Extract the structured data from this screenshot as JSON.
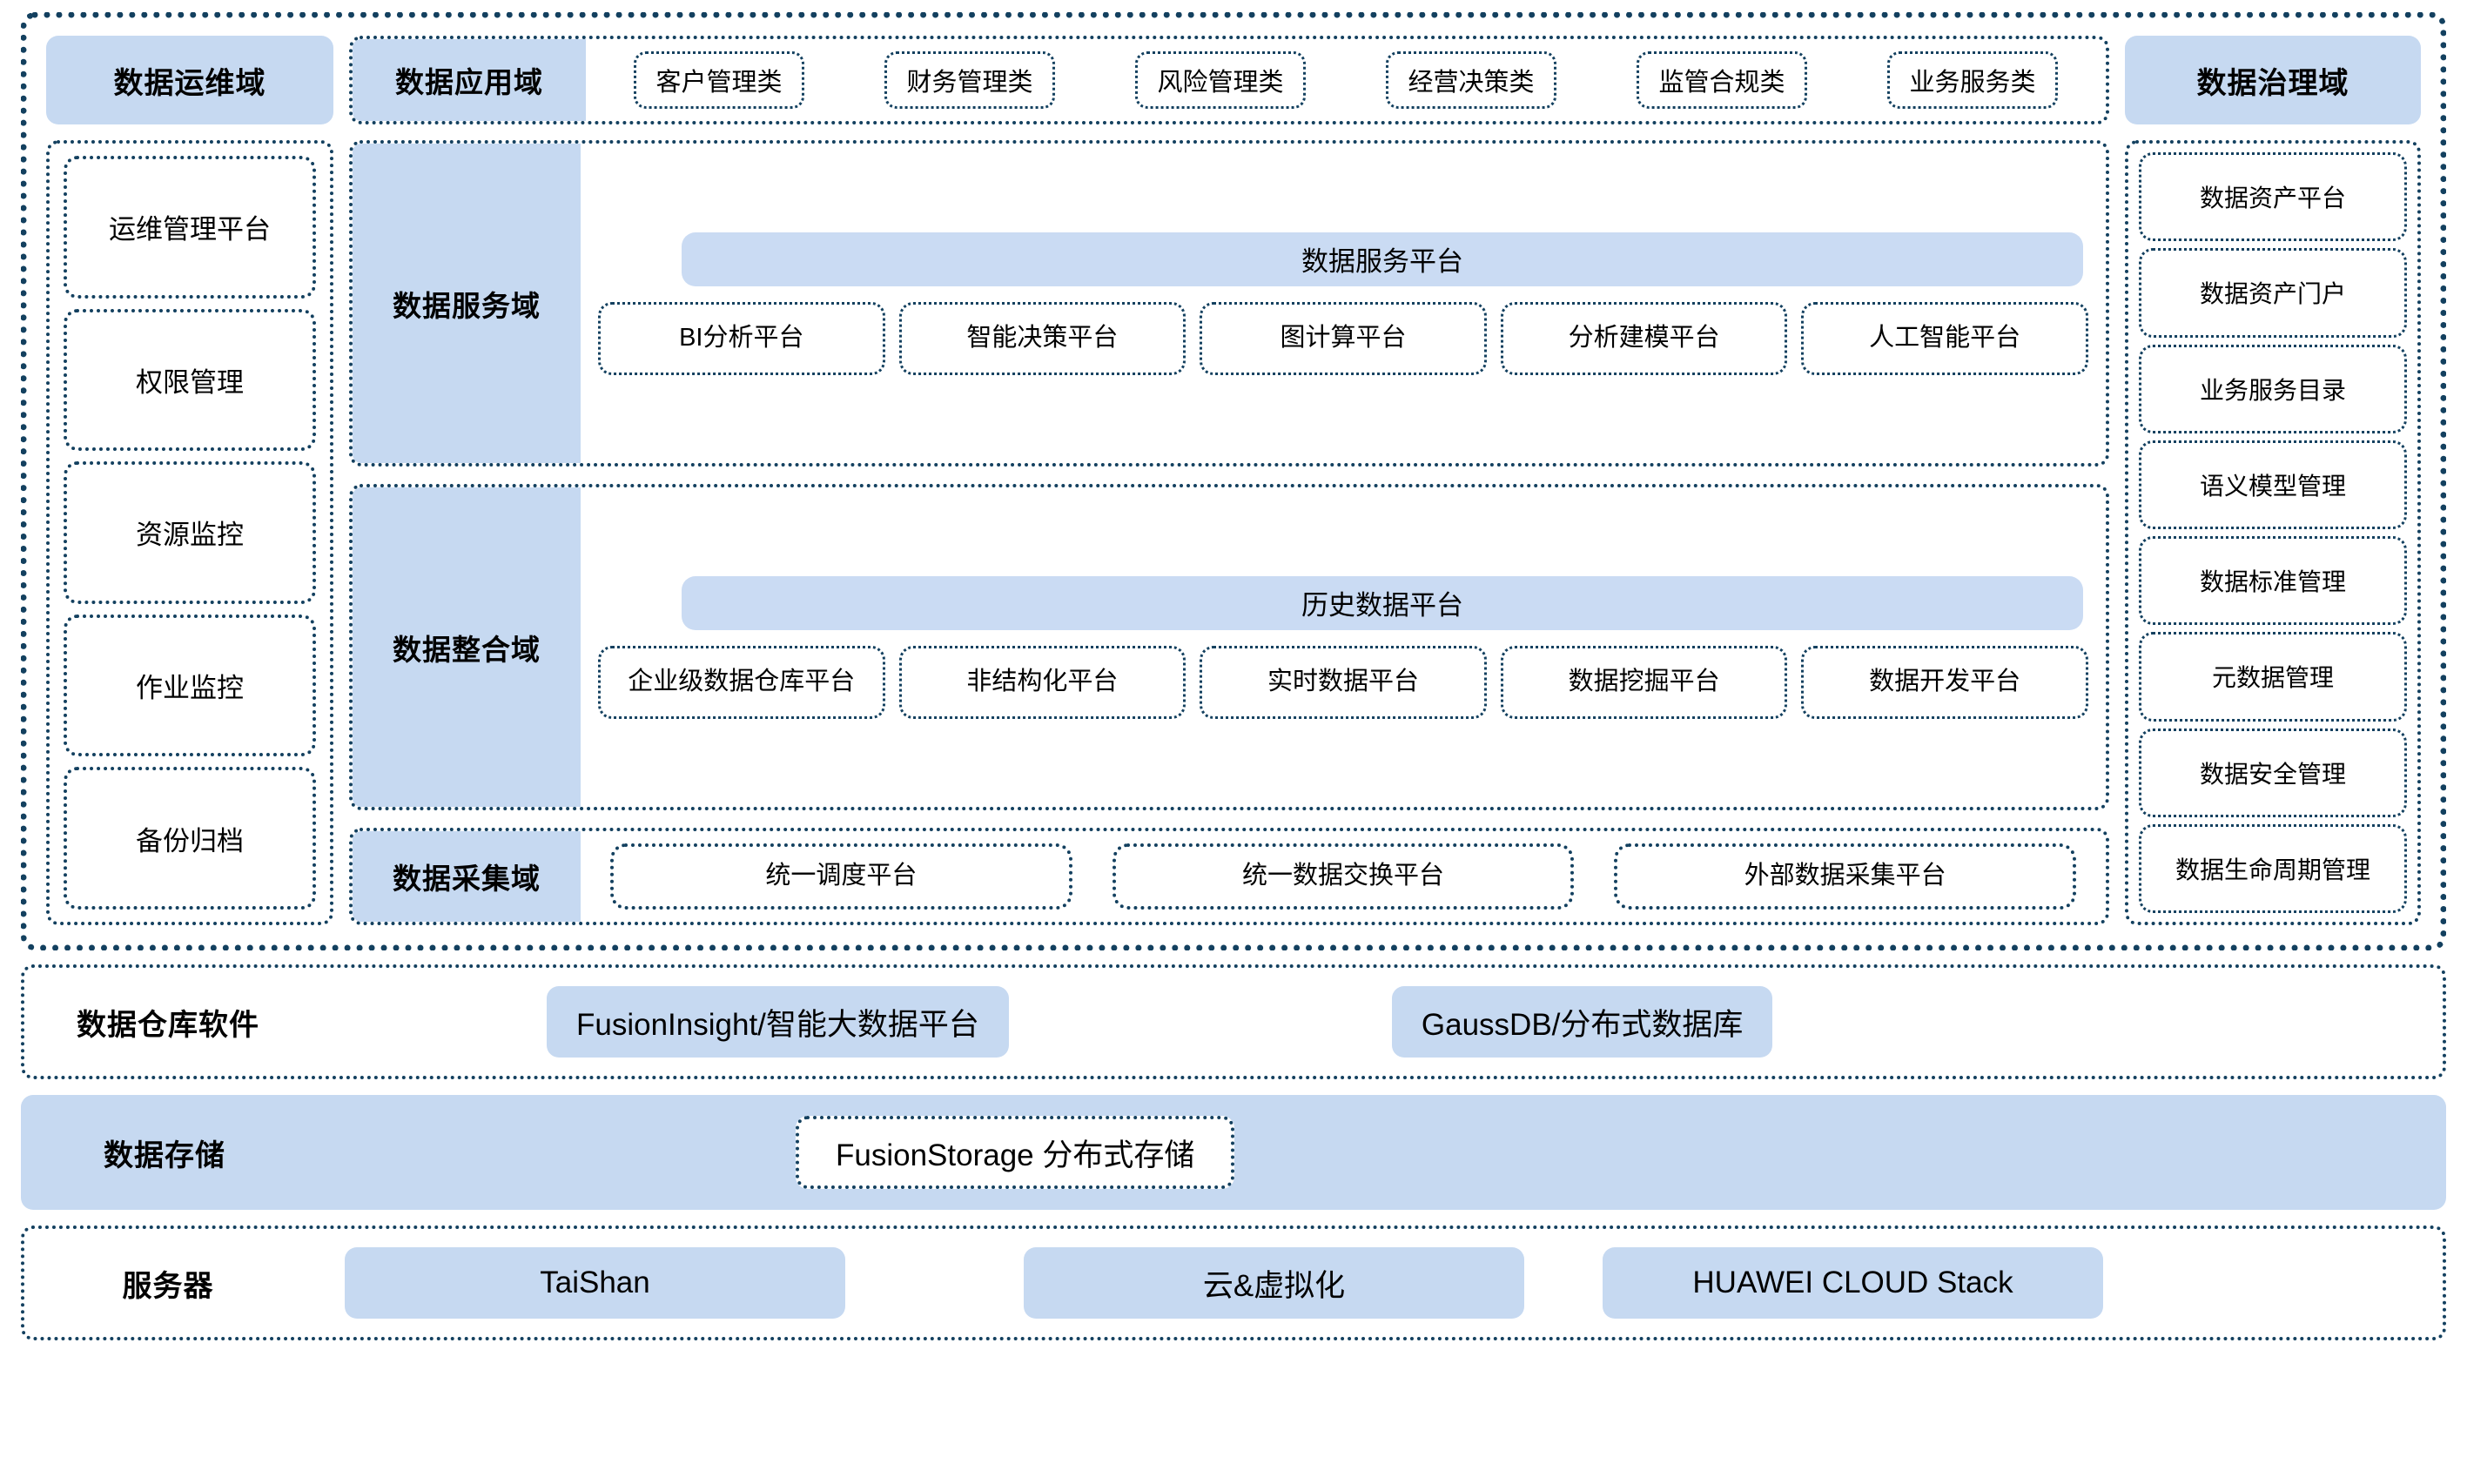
{
  "platform": {
    "ops_domain": {
      "label": "数据运维域"
    },
    "gov_domain": {
      "label": "数据治理域"
    },
    "app_domain": {
      "label": "数据应用域",
      "items": [
        {
          "label": "客户管理类"
        },
        {
          "label": "财务管理类"
        },
        {
          "label": "风险管理类"
        },
        {
          "label": "经营决策类"
        },
        {
          "label": "监管合规类"
        },
        {
          "label": "业务服务类"
        }
      ]
    },
    "ops_items": [
      {
        "label": "运维管理平台"
      },
      {
        "label": "权限管理"
      },
      {
        "label": "资源监控"
      },
      {
        "label": "作业监控"
      },
      {
        "label": "备份归档"
      }
    ],
    "gov_items": [
      {
        "label": "数据资产平台"
      },
      {
        "label": "数据资产门户"
      },
      {
        "label": "业务服务目录"
      },
      {
        "label": "语义模型管理"
      },
      {
        "label": "数据标准管理"
      },
      {
        "label": "元数据管理"
      },
      {
        "label": "数据安全管理"
      },
      {
        "label": "数据生命周期管理"
      }
    ],
    "service_domain": {
      "label": "数据服务域",
      "platform_bar": "数据服务平台",
      "items": [
        {
          "label": "BI分析平台"
        },
        {
          "label": "智能决策平台"
        },
        {
          "label": "图计算平台"
        },
        {
          "label": "分析建模平台"
        },
        {
          "label": "人工智能平台"
        }
      ]
    },
    "integration_domain": {
      "label": "数据整合域",
      "platform_bar": "历史数据平台",
      "items": [
        {
          "label": "企业级数据仓库平台"
        },
        {
          "label": "非结构化平台"
        },
        {
          "label": "实时数据平台"
        },
        {
          "label": "数据挖掘平台"
        },
        {
          "label": "数据开发平台"
        }
      ]
    },
    "collection_domain": {
      "label": "数据采集域",
      "items": [
        {
          "label": "统一调度平台"
        },
        {
          "label": "统一数据交换平台"
        },
        {
          "label": "外部数据采集平台"
        }
      ]
    }
  },
  "warehouse_layer": {
    "title": "数据仓库软件",
    "items": [
      {
        "label": "FusionInsight/智能大数据平台"
      },
      {
        "label": "GaussDB/分布式数据库"
      }
    ]
  },
  "storage_layer": {
    "title": "数据存储",
    "items": [
      {
        "label": "FusionStorage 分布式存储"
      }
    ]
  },
  "server_layer": {
    "title": "服务器",
    "items": [
      {
        "label": "TaiShan"
      },
      {
        "label": "云&虚拟化"
      },
      {
        "label": "HUAWEI CLOUD Stack"
      }
    ]
  },
  "colors": {
    "border_navy": "#13405f",
    "fill_blue": "#c6d9f1",
    "background": "#ffffff",
    "text": "#000000"
  }
}
